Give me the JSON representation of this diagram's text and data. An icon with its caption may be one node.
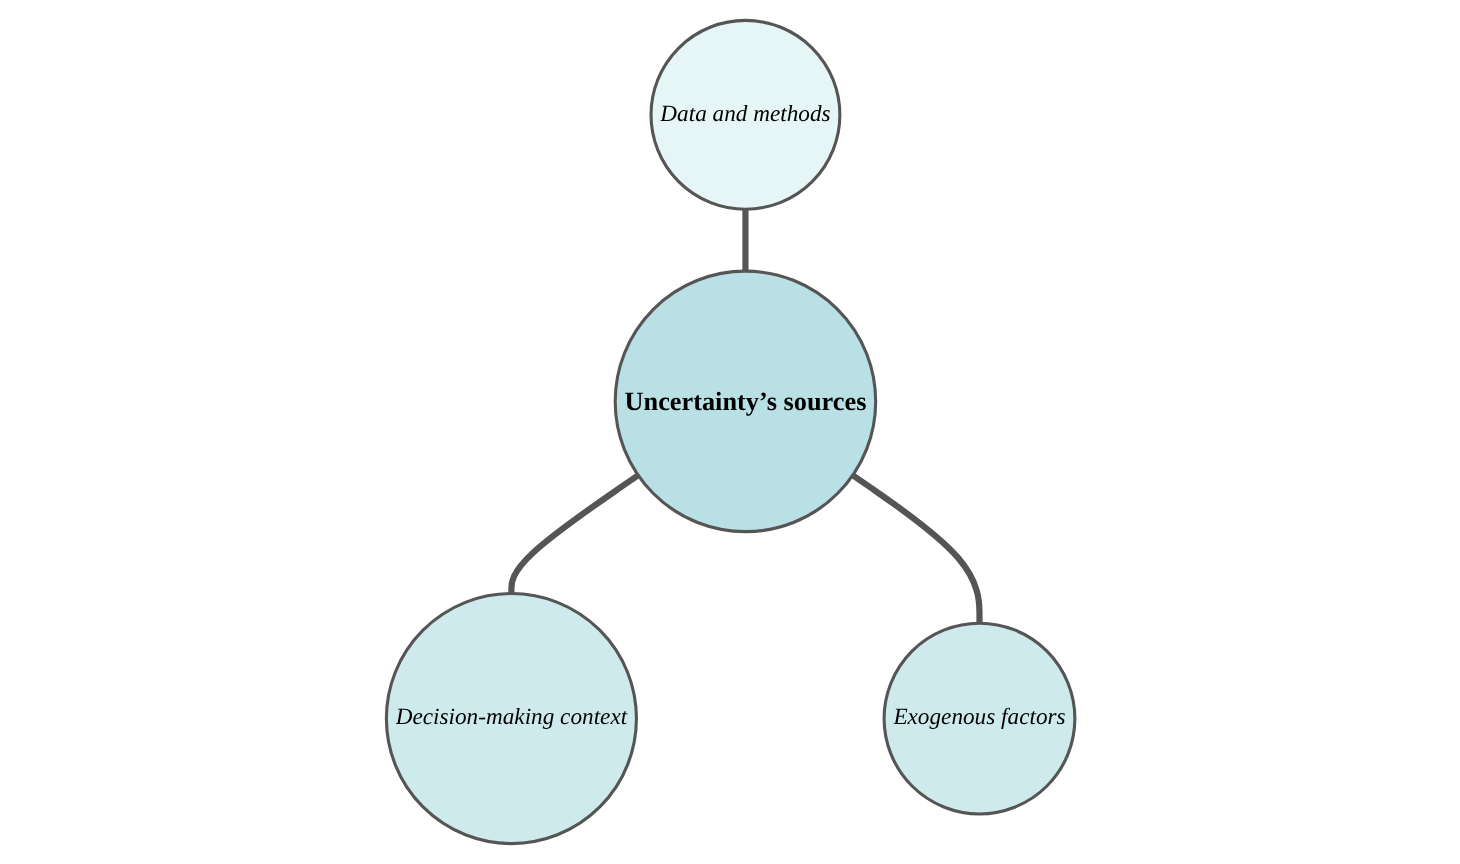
{
  "diagram": {
    "nodes": [
      {
        "text": [
          "Data and methods"
        ]
      },
      {
        "text": [
          "Uncertainty’s sources"
        ]
      },
      {
        "text": [
          "Decision-making context"
        ]
      },
      {
        "text": [
          "Exogenous factors"
        ]
      }
    ],
    "edges": [
      {
        "from": 0,
        "to": 1,
        "arrow": "none"
      },
      {
        "from": 1,
        "to": 2,
        "arrow": "none"
      },
      {
        "from": 1,
        "to": 3,
        "arrow": "none"
      }
    ]
  }
}
